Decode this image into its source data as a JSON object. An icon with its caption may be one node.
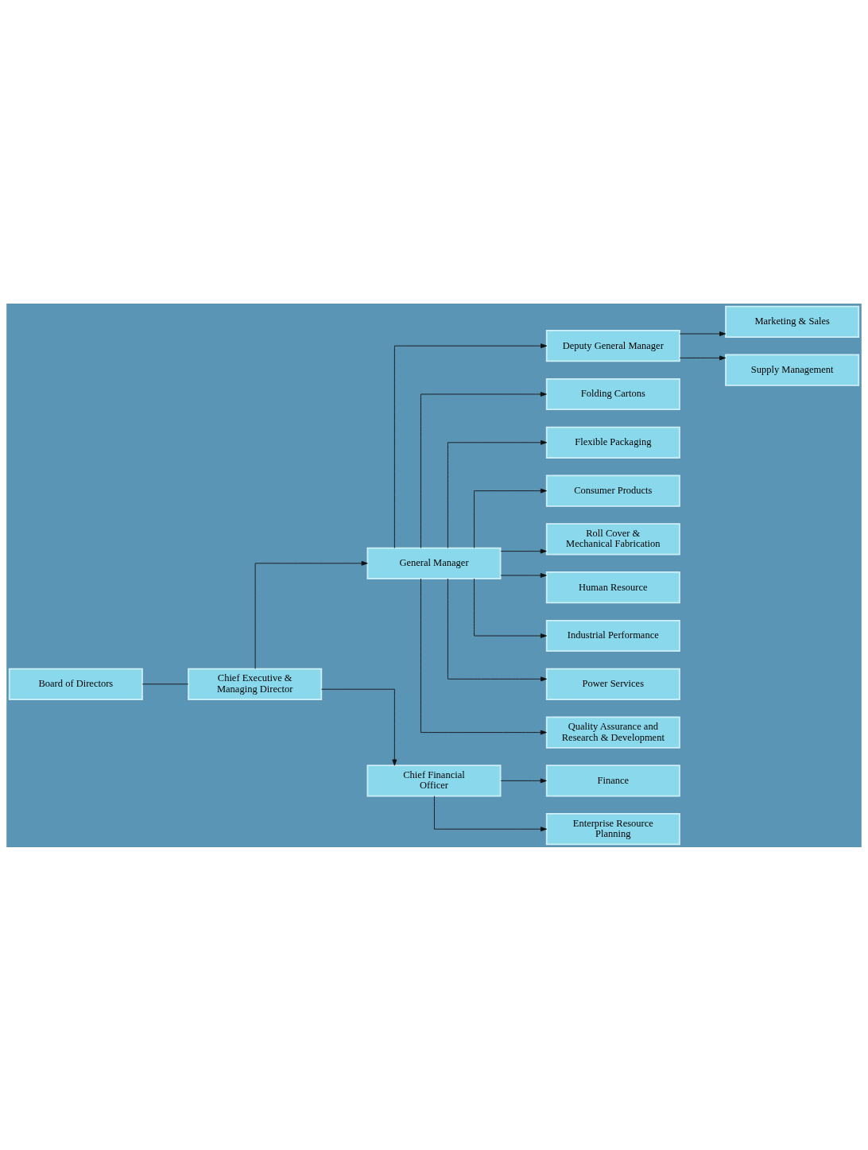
{
  "diagram": {
    "nodes": [
      {
        "text": [
          "Board of Directors"
        ]
      },
      {
        "text": [
          "Chief Executive & Managing Director"
        ]
      },
      {
        "text": [
          "General Manager"
        ]
      },
      {
        "text": [
          "Deputy General Manager"
        ]
      },
      {
        "text": [
          "Marketing & Sales"
        ]
      },
      {
        "text": [
          "Supply Management"
        ]
      },
      {
        "text": [
          "Folding Cartons"
        ]
      },
      {
        "text": [
          "Flexible Packaging"
        ]
      },
      {
        "text": [
          "Consumer Products"
        ]
      },
      {
        "text": [
          "Roll Cover & Mechanical Fabrication"
        ]
      },
      {
        "text": [
          "Human Resource"
        ]
      },
      {
        "text": [
          "Industrial Performance"
        ]
      },
      {
        "text": [
          "Power Services"
        ]
      },
      {
        "text": [
          "Quality Assurance and Research & Development"
        ]
      },
      {
        "text": [
          "Chief Financial Officer"
        ]
      },
      {
        "text": [
          "Finance"
        ]
      },
      {
        "text": [
          "Enterprise Resource Planning"
        ]
      }
    ],
    "edges": [
      {
        "from": 0,
        "to": 1,
        "arrow": "none"
      },
      {
        "from": 1,
        "to": 2,
        "arrow": "to"
      },
      {
        "from": 2,
        "to": 3,
        "arrow": "to"
      },
      {
        "from": 3,
        "to": 4,
        "arrow": "to"
      },
      {
        "from": 3,
        "to": 5,
        "arrow": "to"
      },
      {
        "from": 2,
        "to": 6,
        "arrow": "to"
      },
      {
        "from": 2,
        "to": 7,
        "arrow": "to"
      },
      {
        "from": 2,
        "to": 8,
        "arrow": "to"
      },
      {
        "from": 2,
        "to": 9,
        "arrow": "to"
      },
      {
        "from": 2,
        "to": 10,
        "arrow": "to"
      },
      {
        "from": 2,
        "to": 11,
        "arrow": "to"
      },
      {
        "from": 2,
        "to": 12,
        "arrow": "to"
      },
      {
        "from": 2,
        "to": 13,
        "arrow": "to"
      },
      {
        "from": 1,
        "to": 14,
        "arrow": "to"
      },
      {
        "from": 14,
        "to": 15,
        "arrow": "to"
      },
      {
        "from": 14,
        "to": 16,
        "arrow": "to"
      }
    ]
  }
}
